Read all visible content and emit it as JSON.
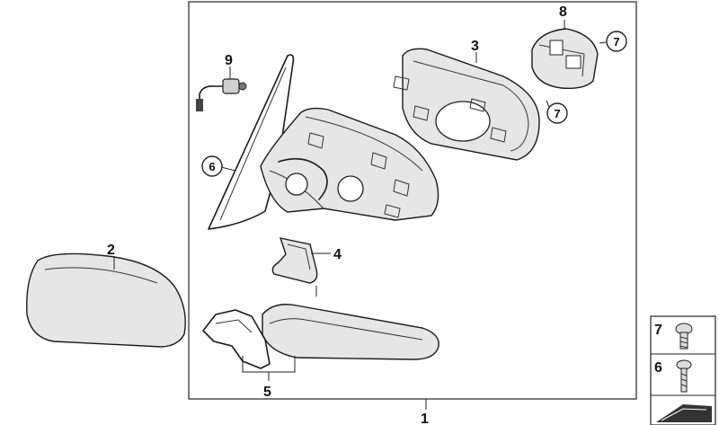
{
  "callouts": {
    "c1": "1",
    "c2": "2",
    "c3": "3",
    "c4": "4",
    "c5": "5",
    "c6": "6",
    "c7a": "7",
    "c7b": "7",
    "c8": "8",
    "c9": "9"
  },
  "legend": {
    "row7": "7",
    "row6": "6"
  }
}
